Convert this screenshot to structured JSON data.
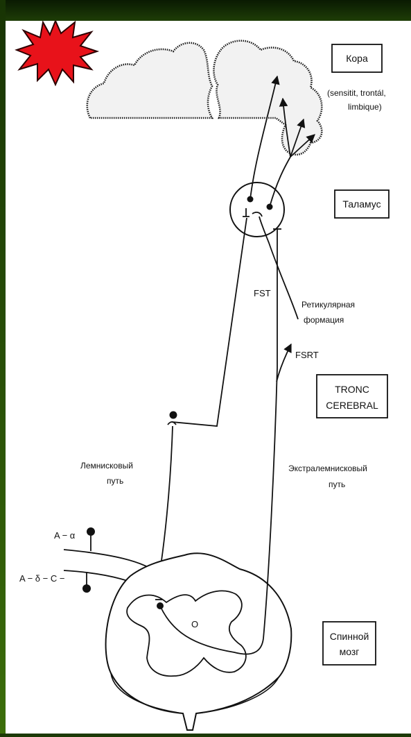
{
  "diagram": {
    "labels": {
      "cortex": "Кора",
      "cortex_sub_1": "(sensitit, trontál,",
      "cortex_sub_2": "limbique)",
      "thalamus": "Таламус",
      "fst": "FST",
      "reticular_1": "Ретикулярная",
      "reticular_2": "формация",
      "fsrt": "FSRT",
      "brainstem_1": "TRONC",
      "brainstem_2": "CEREBRAL",
      "lemniscal_1": "Лемнисковый",
      "lemniscal_2": "путь",
      "extralemniscal_1": "Экстралемнисковый",
      "extralemniscal_2": "путь",
      "a_alpha": "A − α",
      "a_delta_c": "A − δ − C −",
      "grey_matter_mark": "O",
      "spinal_cord_1": "Спинной",
      "spinal_cord_2": "мозг"
    },
    "colors": {
      "background_dark_green": "#1d3a06",
      "burst_fill": "#e8121a",
      "burst_outline": "#2b0000",
      "line": "#111111"
    },
    "icons": {
      "burst": "red-starburst-icon"
    }
  }
}
